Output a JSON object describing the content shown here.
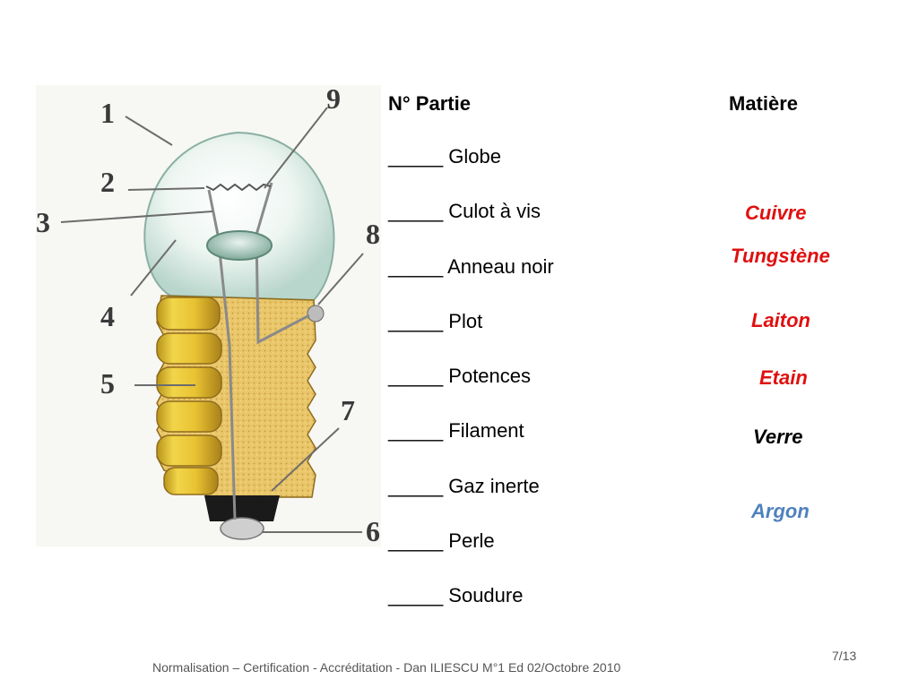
{
  "diagram": {
    "numbers": [
      "1",
      "2",
      "3",
      "4",
      "5",
      "6",
      "7",
      "8",
      "9"
    ]
  },
  "headers": {
    "parts": "N° Partie",
    "material": "Matière"
  },
  "parts": [
    "_____ Globe",
    "_____ Culot à vis",
    "_____ Anneau noir",
    "_____ Plot",
    "_____ Potences",
    "_____ Filament",
    "_____ Gaz inerte",
    "_____ Perle",
    "_____ Soudure"
  ],
  "materials": [
    {
      "label": "Cuivre",
      "color": "#e01010"
    },
    {
      "label": "Tungstène",
      "color": "#e01010"
    },
    {
      "label": "Laiton",
      "color": "#e01010"
    },
    {
      "label": "Etain",
      "color": "#e01010"
    },
    {
      "label": "Verre",
      "color": "#000000"
    },
    {
      "label": "Argon",
      "color": "#4f81bd"
    }
  ],
  "footer": {
    "text": "Normalisation – Certification - Accréditation - Dan ILIESCU  M°1  Ed 02/Octobre 2010",
    "page": "7/13"
  }
}
